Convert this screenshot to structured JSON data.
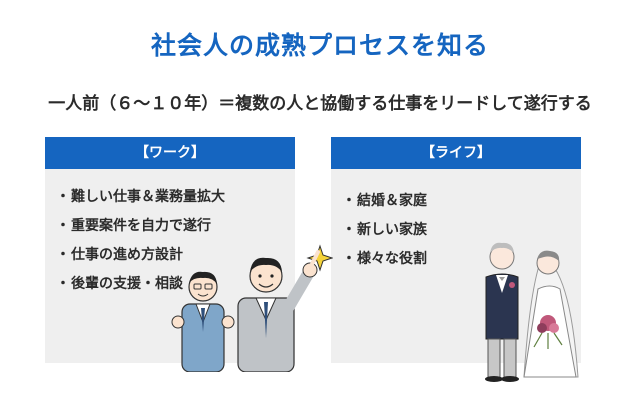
{
  "title": "社会人の成熟プロセスを知る",
  "subtitle": "一人前（６〜１０年）＝複数の人と協働する仕事をリードして遂行する",
  "colors": {
    "accent_blue": "#1565c0",
    "panel_bg": "#efefef",
    "header_text": "#ffffff"
  },
  "work": {
    "header": "【ワーク】",
    "bullet": "・",
    "items": [
      "難しい仕事＆業務量拡大",
      "重要案件を自力で遂行",
      "仕事の進め方設計",
      "後輩の支援・相談"
    ]
  },
  "life": {
    "header": "【ライフ】",
    "bullet": "・",
    "items": [
      "結婚＆家庭",
      "新しい家族",
      "様々な役割"
    ]
  },
  "illustrations": {
    "work": "two-businessmen-celebrating-illustration",
    "life": "wedding-couple-illustration"
  }
}
